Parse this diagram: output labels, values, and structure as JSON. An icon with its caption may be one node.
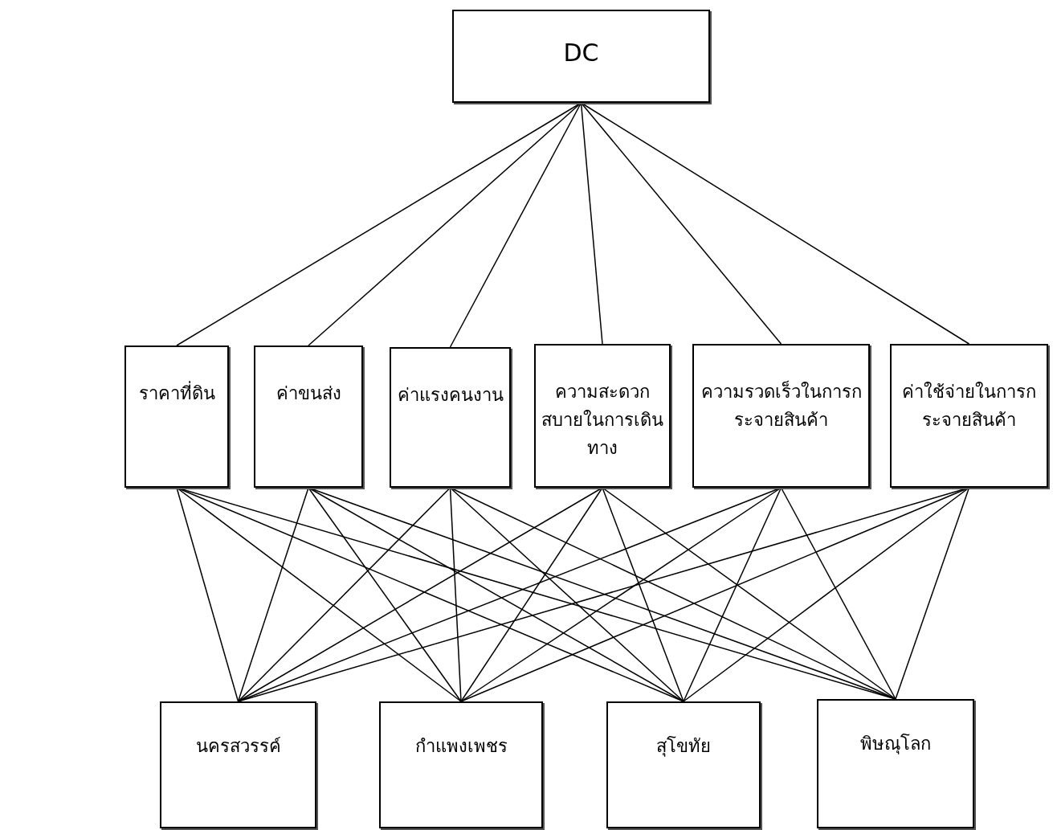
{
  "diagram": {
    "nodes": [
      {
        "text": [
          "DC"
        ]
      },
      {
        "text": [
          "ราคาที่ดิน"
        ]
      },
      {
        "text": [
          "ค่าขนส่ง"
        ]
      },
      {
        "text": [
          "ค่าแรงคนงาน"
        ]
      },
      {
        "text": [
          "ความสะดวกสบายในการเดินทาง"
        ]
      },
      {
        "text": [
          "ความรวดเร็วในการกระจายสินค้า"
        ]
      },
      {
        "text": [
          "ค่าใช้จ่ายในการกระจายสินค้า"
        ]
      },
      {
        "text": [
          "นครสวรรค์"
        ]
      },
      {
        "text": [
          "กำแพงเพชร"
        ]
      },
      {
        "text": [
          "สุโขทัย"
        ]
      },
      {
        "text": [
          "พิษณุโลก"
        ]
      }
    ],
    "edges": [
      {
        "from": 0,
        "to": 1,
        "arrow": "none"
      },
      {
        "from": 0,
        "to": 2,
        "arrow": "none"
      },
      {
        "from": 0,
        "to": 3,
        "arrow": "none"
      },
      {
        "from": 0,
        "to": 4,
        "arrow": "none"
      },
      {
        "from": 0,
        "to": 5,
        "arrow": "none"
      },
      {
        "from": 0,
        "to": 6,
        "arrow": "none"
      },
      {
        "from": 1,
        "to": 7,
        "arrow": "none"
      },
      {
        "from": 1,
        "to": 8,
        "arrow": "none"
      },
      {
        "from": 1,
        "to": 9,
        "arrow": "none"
      },
      {
        "from": 1,
        "to": 10,
        "arrow": "none"
      },
      {
        "from": 2,
        "to": 7,
        "arrow": "none"
      },
      {
        "from": 2,
        "to": 8,
        "arrow": "none"
      },
      {
        "from": 2,
        "to": 9,
        "arrow": "none"
      },
      {
        "from": 2,
        "to": 10,
        "arrow": "none"
      },
      {
        "from": 3,
        "to": 7,
        "arrow": "none"
      },
      {
        "from": 3,
        "to": 8,
        "arrow": "none"
      },
      {
        "from": 3,
        "to": 9,
        "arrow": "none"
      },
      {
        "from": 3,
        "to": 10,
        "arrow": "none"
      },
      {
        "from": 4,
        "to": 7,
        "arrow": "none"
      },
      {
        "from": 4,
        "to": 8,
        "arrow": "none"
      },
      {
        "from": 4,
        "to": 9,
        "arrow": "none"
      },
      {
        "from": 4,
        "to": 10,
        "arrow": "none"
      },
      {
        "from": 5,
        "to": 7,
        "arrow": "none"
      },
      {
        "from": 5,
        "to": 8,
        "arrow": "none"
      },
      {
        "from": 5,
        "to": 9,
        "arrow": "none"
      },
      {
        "from": 5,
        "to": 10,
        "arrow": "none"
      },
      {
        "from": 6,
        "to": 7,
        "arrow": "none"
      },
      {
        "from": 6,
        "to": 8,
        "arrow": "none"
      },
      {
        "from": 6,
        "to": 9,
        "arrow": "none"
      },
      {
        "from": 6,
        "to": 10,
        "arrow": "none"
      }
    ]
  }
}
